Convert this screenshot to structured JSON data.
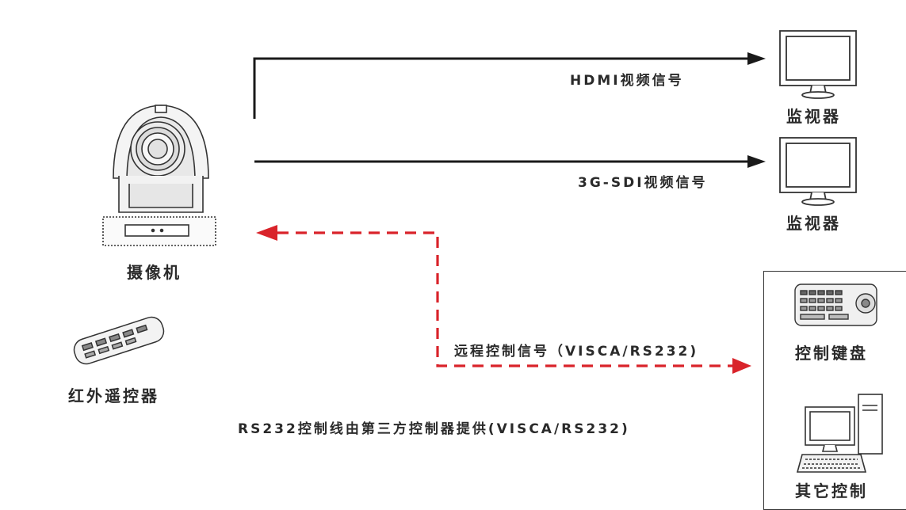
{
  "devices": {
    "camera": "摄像机",
    "remote": "红外遥控器",
    "monitor_top": "监视器",
    "monitor_mid": "监视器",
    "keyboard": "控制键盘",
    "other": "其它控制"
  },
  "signals": {
    "hdmi": "HDMI视频信号",
    "sdi": "3G-SDI视频信号",
    "remote_control": "远程控制信号（VISCA/RS232)"
  },
  "note": "RS232控制线由第三方控制器提供(VISCA/RS232)",
  "colors": {
    "line": "#1a1a1a",
    "control_signal": "#d9232a",
    "device_stroke": "#333333"
  }
}
